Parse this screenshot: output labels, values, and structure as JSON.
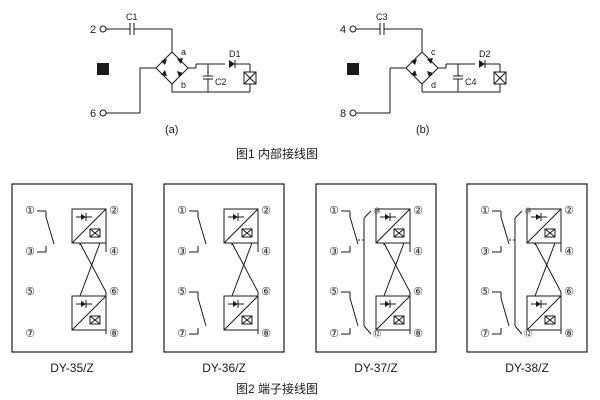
{
  "figure1": {
    "caption": "图1    内部接线图",
    "circuit_a": {
      "label": "(a)",
      "top_terminal": "2",
      "bottom_terminal": "6",
      "capacitor_in": "C1",
      "node_top": "a",
      "node_bottom": "b",
      "diode": "D1",
      "capacitor_filter": "C2"
    },
    "circuit_b": {
      "label": "(b)",
      "top_terminal": "4",
      "bottom_terminal": "8",
      "capacitor_in": "C3",
      "node_top": "c",
      "node_bottom": "d",
      "diode": "D2",
      "capacitor_filter": "C4"
    }
  },
  "figure2": {
    "caption": "图2    端子接线图",
    "panels": [
      {
        "model": "DY-35/Z",
        "left_terminals": [
          "①",
          "③",
          "⑤",
          "⑦"
        ],
        "right_terminals": [
          "②",
          "④",
          "⑥",
          "⑧"
        ],
        "extra_terminals": []
      },
      {
        "model": "DY-36/Z",
        "left_terminals": [
          "①",
          "③",
          "⑤",
          "⑦"
        ],
        "right_terminals": [
          "②",
          "④",
          "⑥",
          "⑧"
        ],
        "extra_terminals": []
      },
      {
        "model": "DY-37/Z",
        "left_terminals": [
          "①",
          "③",
          "⑤",
          "⑦"
        ],
        "right_terminals": [
          "②",
          "④",
          "⑥",
          "⑧"
        ],
        "extra_terminals": [
          "⑩",
          "⑫"
        ]
      },
      {
        "model": "DY-38/Z",
        "left_terminals": [
          "①",
          "③",
          "⑤",
          "⑦"
        ],
        "right_terminals": [
          "②",
          "④",
          "⑥",
          "⑧"
        ],
        "extra_terminals": [
          "⑩",
          "⑫"
        ]
      }
    ]
  }
}
